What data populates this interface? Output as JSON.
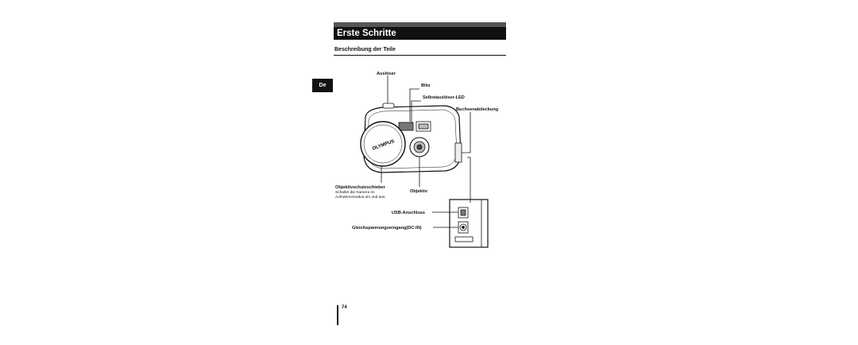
{
  "header": {
    "title": "Erste Schritte"
  },
  "section": {
    "subtitle": "Beschreibung der Teile"
  },
  "side_tab": {
    "label": "De"
  },
  "labels": {
    "shutter": "Auslöser",
    "flash": "Blitz",
    "selftimer_led": "Selbstauslöser-LED",
    "connector_cover": "Buchsenabdeckung",
    "lens_cover": "Objektivschutzschieber",
    "lens_cover_note_1": "Schaltet die Kamera im",
    "lens_cover_note_2": "Aufnahmemodus ein und aus.",
    "lens": "Objektiv",
    "usb": "USB-Anschluss",
    "dc_in": "Gleichspannungseingang(DC-IN)",
    "brand": "OLYMPUS"
  },
  "footer": {
    "page_number": "74"
  }
}
